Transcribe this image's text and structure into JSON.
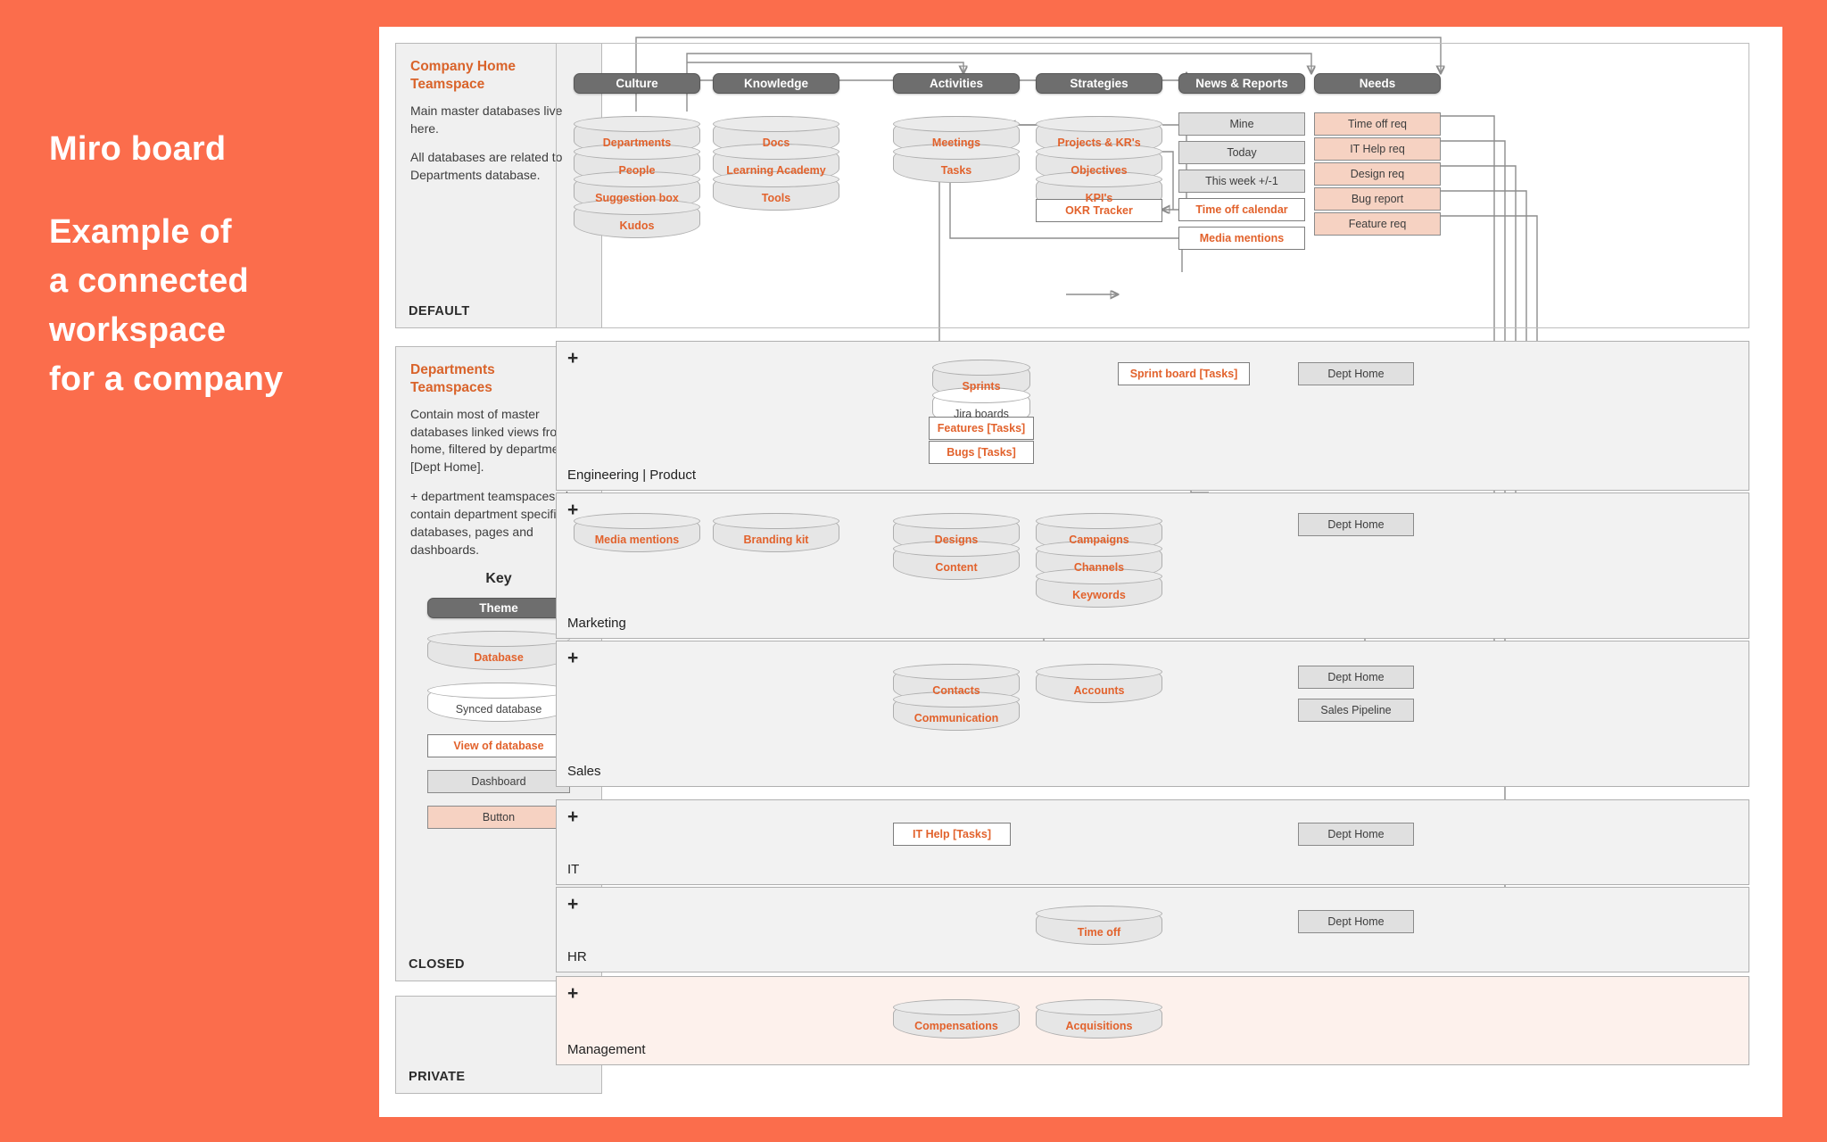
{
  "intro": {
    "lines": [
      "Miro board",
      "",
      "Example of",
      "a connected",
      "workspace",
      "for a company"
    ],
    "title": "Miro board",
    "subtitle_1": "Example of",
    "subtitle_2": "a connected",
    "subtitle_3": "workspace",
    "subtitle_4": "for a company"
  },
  "colors": {
    "background": "#fb6d4c",
    "accent_orange": "#e2622c",
    "theme_gray": "#6e6e6e",
    "button_peach": "#f6d2c2",
    "panel_gray": "#f2f2f2",
    "private_panel": "#fdf1ec"
  },
  "cards": [
    {
      "title_line1": "Company Home",
      "title_line2": "Teamspace",
      "paragraphs": [
        "Main master databases live here.",
        "All databases are related to Departments database."
      ],
      "state": "DEFAULT"
    },
    {
      "title_line1": "Departments",
      "title_line2": "Teamspaces",
      "paragraphs": [
        "Contain most of master databases linked views from home, filtered by department [Dept Home].",
        "+ department teamspaces also contain department specific databases, pages and dashboards."
      ],
      "state": "CLOSED"
    },
    {
      "title_line1": "",
      "title_line2": "",
      "paragraphs": [],
      "state": "PRIVATE"
    }
  ],
  "key": {
    "heading": "Key",
    "items": [
      {
        "label": "Theme",
        "type": "theme"
      },
      {
        "label": "Database",
        "type": "database"
      },
      {
        "label": "Synced database",
        "type": "synced-database"
      },
      {
        "label": "View of database",
        "type": "view-of-database"
      },
      {
        "label": "Dashboard",
        "type": "dashboard"
      },
      {
        "label": "Button",
        "type": "button"
      }
    ]
  },
  "home": {
    "themes": [
      {
        "label": "Culture",
        "nodes": [
          {
            "label": "Departments",
            "type": "database"
          },
          {
            "label": "People",
            "type": "database"
          },
          {
            "label": "Suggestion box",
            "type": "database"
          },
          {
            "label": "Kudos",
            "type": "database"
          }
        ]
      },
      {
        "label": "Knowledge",
        "nodes": [
          {
            "label": "Docs",
            "type": "database"
          },
          {
            "label": "Learning Academy",
            "type": "database"
          },
          {
            "label": "Tools",
            "type": "database"
          }
        ]
      },
      {
        "label": "Activities",
        "nodes": [
          {
            "label": "Meetings",
            "type": "database"
          },
          {
            "label": "Tasks",
            "type": "database"
          }
        ]
      },
      {
        "label": "Strategies",
        "nodes": [
          {
            "label": "Projects & KR's",
            "type": "database"
          },
          {
            "label": "Objectives",
            "type": "database"
          },
          {
            "label": "KPI's",
            "type": "database"
          },
          {
            "label": "OKR Tracker",
            "type": "view-of-database"
          }
        ]
      },
      {
        "label": "News & Reports",
        "nodes": [
          {
            "label": "Mine",
            "type": "dashboard"
          },
          {
            "label": "Today",
            "type": "dashboard"
          },
          {
            "label": "This week +/-1",
            "type": "dashboard"
          },
          {
            "label": "Time off calendar",
            "type": "view-of-database"
          },
          {
            "label": "Media mentions",
            "type": "view-of-database"
          }
        ]
      },
      {
        "label": "Needs",
        "nodes": [
          {
            "label": "Time off req",
            "type": "button"
          },
          {
            "label": "IT Help req",
            "type": "button"
          },
          {
            "label": "Design req",
            "type": "button"
          },
          {
            "label": "Bug report",
            "type": "button"
          },
          {
            "label": "Feature req",
            "type": "button"
          }
        ]
      }
    ]
  },
  "departments": [
    {
      "name": "Engineering | Product",
      "plus": "+",
      "nodes": [
        {
          "label": "Sprints",
          "type": "database"
        },
        {
          "label": "Jira boards",
          "type": "synced-database"
        },
        {
          "label": "Features [Tasks]",
          "type": "view-of-database"
        },
        {
          "label": "Bugs [Tasks]",
          "type": "view-of-database"
        },
        {
          "label": "Sprint board [Tasks]",
          "type": "view-of-database"
        },
        {
          "label": "Dept Home",
          "type": "dashboard"
        }
      ]
    },
    {
      "name": "Marketing",
      "plus": "+",
      "nodes": [
        {
          "label": "Media mentions",
          "type": "database"
        },
        {
          "label": "Branding kit",
          "type": "database"
        },
        {
          "label": "Designs",
          "type": "database"
        },
        {
          "label": "Content",
          "type": "database"
        },
        {
          "label": "Campaigns",
          "type": "database"
        },
        {
          "label": "Channels",
          "type": "database"
        },
        {
          "label": "Keywords",
          "type": "database"
        },
        {
          "label": "Dept Home",
          "type": "dashboard"
        }
      ]
    },
    {
      "name": "Sales",
      "plus": "+",
      "nodes": [
        {
          "label": "Contacts",
          "type": "database"
        },
        {
          "label": "Communication",
          "type": "database"
        },
        {
          "label": "Accounts",
          "type": "database"
        },
        {
          "label": "Dept Home",
          "type": "dashboard"
        },
        {
          "label": "Sales Pipeline",
          "type": "dashboard"
        }
      ]
    },
    {
      "name": "IT",
      "plus": "+",
      "nodes": [
        {
          "label": "IT Help [Tasks]",
          "type": "view-of-database"
        },
        {
          "label": "Dept Home",
          "type": "dashboard"
        }
      ]
    },
    {
      "name": "HR",
      "plus": "+",
      "nodes": [
        {
          "label": "Time off",
          "type": "database"
        },
        {
          "label": "Dept Home",
          "type": "dashboard"
        }
      ]
    },
    {
      "name": "Management",
      "plus": "+",
      "nodes": [
        {
          "label": "Compensations",
          "type": "database"
        },
        {
          "label": "Acquisitions",
          "type": "database"
        }
      ]
    }
  ]
}
